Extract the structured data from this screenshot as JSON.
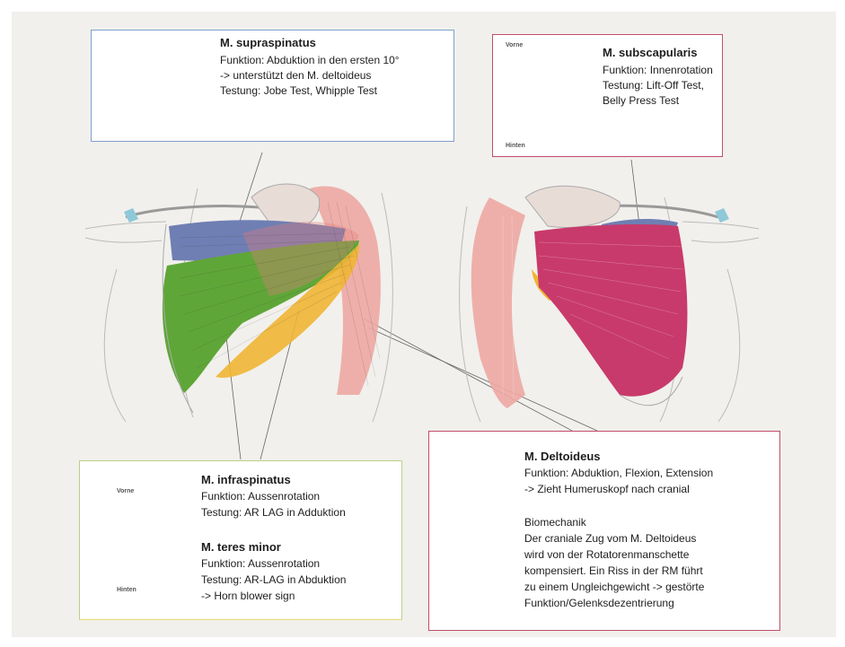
{
  "colors": {
    "background": "#f1f0ec",
    "supraspinatus": "#6f7fb3",
    "infraspinatus": "#5fa638",
    "teres_minor": "#f0b534",
    "subscapularis": "#c83a6b",
    "deltoideus": "#eda7a3",
    "box_supraspinatus": "#7e9fd1",
    "box_subscapularis": "#c24d6b",
    "box_infraspinatus": "#b9cf8c",
    "box_deltoideus": "#c24d6b"
  },
  "supraspinatus": {
    "title": "M. supraspinatus",
    "lines": [
      "Funktion: Abduktion in den ersten 10°",
      "-> unterstützt den M. deltoideus",
      "Testung: Jobe Test, Whipple Test"
    ]
  },
  "subscapularis": {
    "title": "M. subscapularis",
    "lines": [
      "Funktion: Innenrotation",
      "Testung: Lift-Off Test,",
      "Belly Press Test"
    ],
    "label_top": "Vorne",
    "label_bottom": "Hinten"
  },
  "infraspinatus": {
    "title": "M. infraspinatus",
    "lines": [
      "Funktion: Aussenrotation",
      "Testung:  AR LAG in Adduktion"
    ],
    "label_top": "Vorne",
    "label_bottom": "Hinten"
  },
  "teres_minor": {
    "title": "M. teres minor",
    "lines": [
      "Funktion: Aussenrotation",
      "Testung: AR-LAG in Abduktion",
      "-> Horn blower sign"
    ]
  },
  "deltoideus": {
    "title": "M. Deltoideus",
    "lines": [
      "Funktion: Abduktion, Flexion, Extension",
      "-> Zieht Humeruskopf nach cranial"
    ],
    "biomechanik_lines": [
      "Biomechanik",
      "Der craniale Zug vom M. Deltoideus",
      "wird von der Rotatorenmanschette",
      "kompensiert. Ein Riss in der RM führt",
      "zu einem Ungleichgewicht -> gestörte",
      "Funktion/Gelenksdezentrierung"
    ]
  }
}
